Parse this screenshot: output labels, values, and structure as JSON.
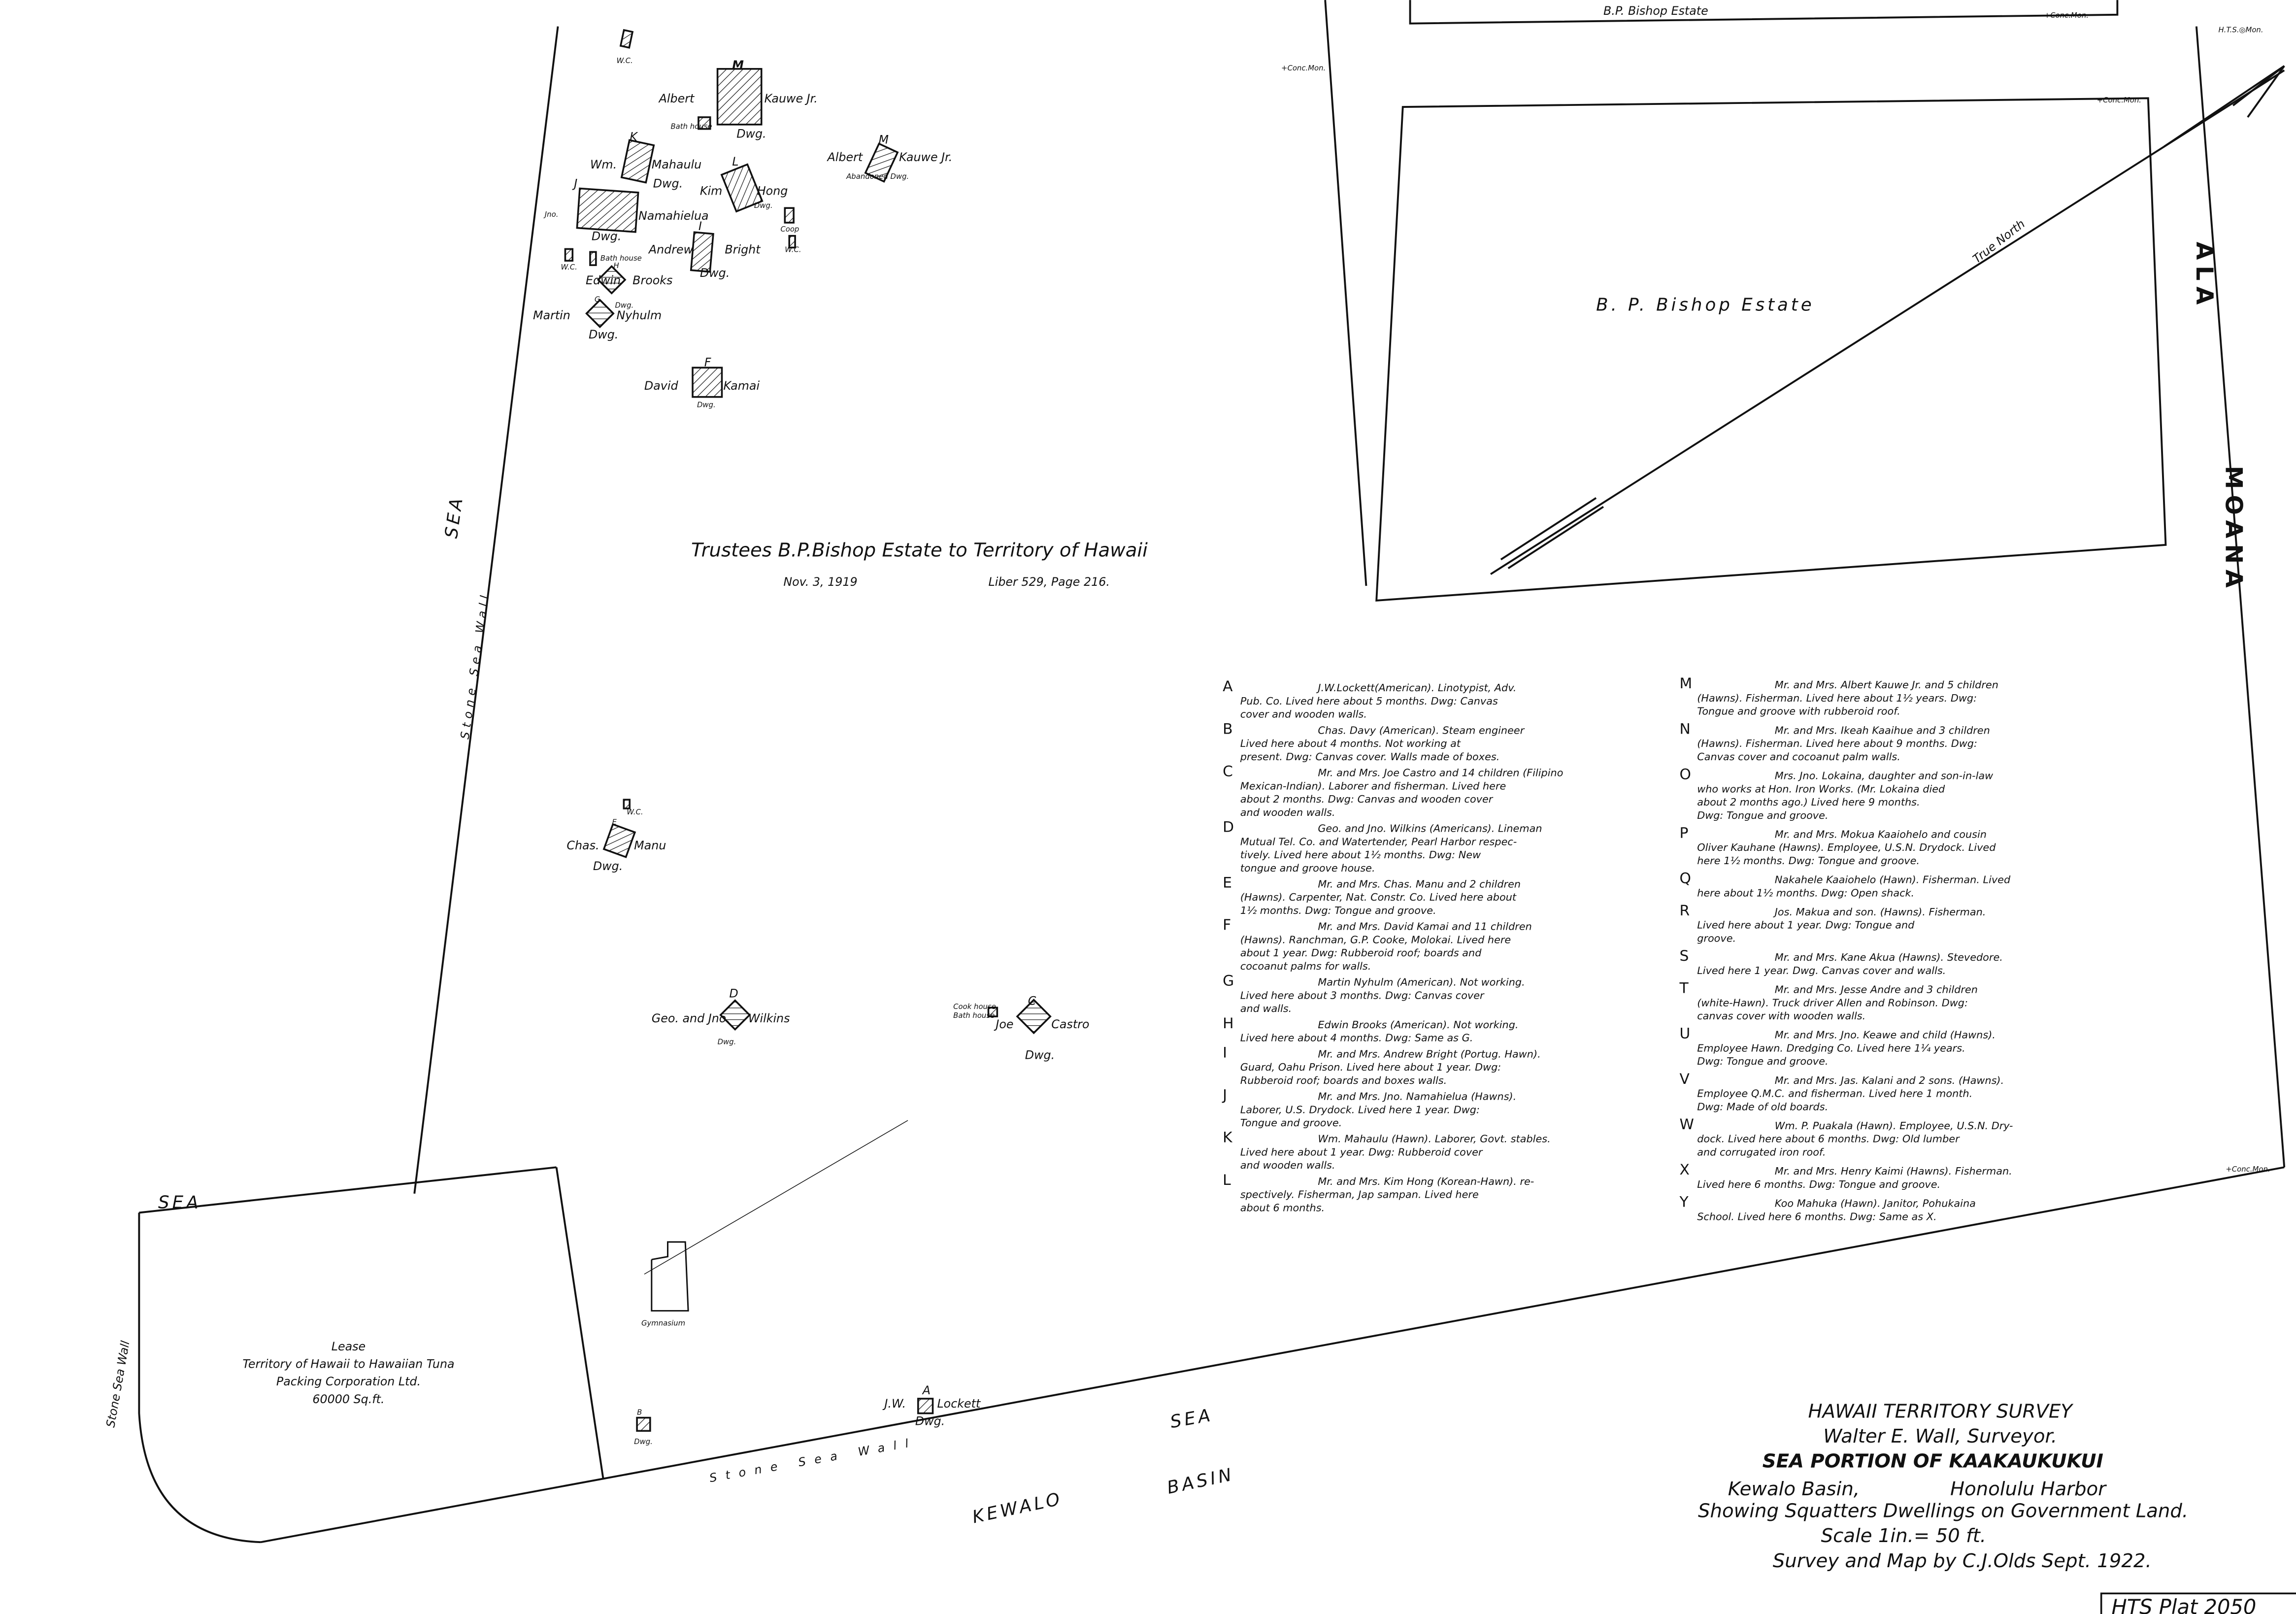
{
  "map": {
    "grantor_note": "Trustees B.P.Bishop Estate to Territory of Hawaii",
    "grantor_date": "Nov. 3, 1919",
    "grantor_liber": "Liber 529, Page 216.",
    "parcels": {
      "bishop_top": "B.P. Bishop Estate",
      "bishop_middle": "B. P. Bishop Estate",
      "lease_title": "Lease",
      "lease_line1": "Territory of Hawaii to Hawaiian Tuna",
      "lease_line2": "Packing Corporation Ltd.",
      "lease_area": "60000 Sq.ft."
    },
    "monuments": {
      "conc_mon": "+Conc.Mon.",
      "hts_mon": "H.T.S.◎Mon.",
      "conc_mon_corner": "+Conc.Mon."
    },
    "true_north": "True North",
    "streets": {
      "ala": "ALA",
      "moana": "MOANA"
    },
    "water": {
      "sea_left": "SEA",
      "sea_lower_left": "SEA",
      "sea_bottom": "SEA",
      "kewalo": "KEWALO",
      "basin": "BASIN",
      "stone_sea_wall": "Stone Sea Wall"
    },
    "gymnasium": "Gymnasium",
    "dwellings": [
      {
        "letter": "M",
        "first": "Albert",
        "last": "Kauwe Jr.",
        "sub": "Dwg."
      },
      {
        "letter": "M",
        "first": "Albert",
        "last": "Kauwe Jr.",
        "sub": "Abandoned Dwg."
      },
      {
        "letter": "K",
        "first": "Wm.",
        "last": "Mahaulu",
        "sub": "Dwg."
      },
      {
        "letter": "L",
        "first": "Kim",
        "last": "Hong",
        "sub": "Dwg."
      },
      {
        "letter": "J",
        "first": "Jno.",
        "last": "Namahielua",
        "sub": "Dwg."
      },
      {
        "letter": "I",
        "first": "Andrew",
        "last": "Bright",
        "sub": "Dwg."
      },
      {
        "letter": "H",
        "first": "Edwin",
        "last": "Brooks",
        "sub": "Dwg."
      },
      {
        "letter": "G",
        "first": "Martin",
        "last": "Nyhulm",
        "sub": "Dwg."
      },
      {
        "letter": "F",
        "first": "David",
        "last": "Kamai",
        "sub": "Dwg."
      },
      {
        "letter": "E",
        "first": "Chas.",
        "last": "Manu",
        "sub": "Dwg."
      },
      {
        "letter": "D",
        "first": "Geo. and Jno.",
        "last": "Wilkins",
        "sub": "Dwg."
      },
      {
        "letter": "C",
        "first": "Joe",
        "last": "Castro",
        "sub": "Dwg."
      },
      {
        "letter": "A",
        "first": "J.W.",
        "last": "Lockett",
        "sub": "Dwg."
      },
      {
        "letter": "B",
        "first": "",
        "last": "",
        "sub": "Dwg."
      }
    ],
    "outbuildings": {
      "wc": "W.C.",
      "bath_house": "Bath house",
      "coop": "Coop",
      "cook_house": "Cook house"
    }
  },
  "legend": [
    {
      "key": "A",
      "text": [
        "J.W.Lockett(American). Linotypist, Adv.",
        "Pub. Co. Lived here about 5 months. Dwg: Canvas",
        "cover and wooden walls."
      ]
    },
    {
      "key": "B",
      "text": [
        "Chas. Davy (American). Steam engineer",
        "Lived here about 4 months. Not working at",
        "present. Dwg: Canvas cover. Walls made of boxes."
      ]
    },
    {
      "key": "C",
      "text": [
        "Mr. and Mrs. Joe Castro and 14 children (Filipino",
        "Mexican-Indian). Laborer and fisherman. Lived here",
        "about 2 months. Dwg: Canvas and wooden cover",
        "and wooden walls."
      ]
    },
    {
      "key": "D",
      "text": [
        "Geo. and Jno. Wilkins (Americans). Lineman",
        "Mutual Tel. Co. and Watertender, Pearl Harbor respec-",
        "tively. Lived here about 1½ months. Dwg: New",
        "tongue and groove house."
      ]
    },
    {
      "key": "E",
      "text": [
        "Mr. and Mrs. Chas. Manu and 2 children",
        "(Hawns). Carpenter, Nat. Constr. Co. Lived here about",
        "1½ months. Dwg: Tongue and groove."
      ]
    },
    {
      "key": "F",
      "text": [
        "Mr. and Mrs. David Kamai and 11 children",
        "(Hawns). Ranchman, G.P. Cooke, Molokai. Lived here",
        "about 1 year. Dwg: Rubberoid roof; boards and",
        "cocoanut palms for walls."
      ]
    },
    {
      "key": "G",
      "text": [
        "Martin Nyhulm (American). Not working.",
        "Lived here about 3 months. Dwg: Canvas cover",
        "and walls."
      ]
    },
    {
      "key": "H",
      "text": [
        "Edwin Brooks (American). Not working.",
        "Lived here about 4 months. Dwg: Same as G."
      ]
    },
    {
      "key": "I",
      "text": [
        "Mr. and Mrs. Andrew Bright (Portug. Hawn).",
        "Guard, Oahu Prison. Lived here about 1 year. Dwg:",
        "Rubberoid roof; boards and boxes walls."
      ]
    },
    {
      "key": "J",
      "text": [
        "Mr. and Mrs. Jno. Namahielua (Hawns).",
        "Laborer, U.S. Drydock. Lived here 1 year. Dwg:",
        "Tongue and groove."
      ]
    },
    {
      "key": "K",
      "text": [
        "Wm. Mahaulu (Hawn). Laborer, Govt. stables.",
        "Lived here about 1 year. Dwg: Rubberoid cover",
        "and wooden walls."
      ]
    },
    {
      "key": "L",
      "text": [
        "Mr. and Mrs. Kim Hong (Korean-Hawn). re-",
        "spectively. Fisherman, Jap sampan. Lived here",
        "about 6 months."
      ]
    },
    {
      "key": "M",
      "text": [
        "Mr. and Mrs. Albert Kauwe Jr. and 5 children",
        "(Hawns). Fisherman. Lived here about 1½ years. Dwg:",
        "Tongue and groove with rubberoid roof."
      ]
    },
    {
      "key": "N",
      "text": [
        "Mr. and Mrs. Ikeah Kaaihue and 3 children",
        "(Hawns). Fisherman. Lived here about 9 months. Dwg:",
        "Canvas cover and cocoanut palm walls."
      ]
    },
    {
      "key": "O",
      "text": [
        "Mrs. Jno. Lokaina, daughter and son-in-law",
        "who works at Hon. Iron Works. (Mr. Lokaina died",
        "about 2 months ago.) Lived here 9 months.",
        "Dwg: Tongue and groove."
      ]
    },
    {
      "key": "P",
      "text": [
        "Mr. and Mrs. Mokua Kaaiohelo and cousin",
        "Oliver Kauhane (Hawns). Employee, U.S.N. Drydock. Lived",
        "here 1½ months. Dwg: Tongue and groove."
      ]
    },
    {
      "key": "Q",
      "text": [
        "Nakahele Kaaiohelo (Hawn). Fisherman. Lived",
        "here about 1½ months. Dwg: Open shack."
      ]
    },
    {
      "key": "R",
      "text": [
        "Jos. Makua and son. (Hawns). Fisherman.",
        "Lived here about 1 year. Dwg: Tongue and",
        "groove."
      ]
    },
    {
      "key": "S",
      "text": [
        "Mr. and Mrs. Kane Akua (Hawns). Stevedore.",
        "Lived here 1 year. Dwg. Canvas cover and walls."
      ]
    },
    {
      "key": "T",
      "text": [
        "Mr. and Mrs. Jesse Andre and 3 children",
        "(white-Hawn). Truck driver Allen and Robinson. Dwg:",
        "canvas cover with wooden walls."
      ]
    },
    {
      "key": "U",
      "text": [
        "Mr. and Mrs. Jno. Keawe and child (Hawns).",
        "Employee Hawn. Dredging Co. Lived here 1¼ years.",
        "Dwg: Tongue and groove."
      ]
    },
    {
      "key": "V",
      "text": [
        "Mr. and Mrs. Jas. Kalani and 2 sons. (Hawns).",
        "Employee Q.M.C. and fisherman. Lived here 1 month.",
        "Dwg: Made of old boards."
      ]
    },
    {
      "key": "W",
      "text": [
        "Wm. P. Puakala (Hawn). Employee, U.S.N. Dry-",
        "dock. Lived here about 6 months. Dwg: Old lumber",
        "and corrugated iron roof."
      ]
    },
    {
      "key": "X",
      "text": [
        "Mr. and Mrs. Henry Kaimi (Hawns). Fisherman.",
        "Lived here 6 months. Dwg: Tongue and groove."
      ]
    },
    {
      "key": "Y",
      "text": [
        "Koo Mahuka (Hawn). Janitor, Pohukaina",
        "School. Lived here 6 months. Dwg: Same as X."
      ]
    }
  ],
  "title_block": {
    "line1": "HAWAII TERRITORY SURVEY",
    "line2": "Walter E. Wall, Surveyor.",
    "line3": "SEA PORTION OF KAAKAUKUKUI",
    "line4a": "Kewalo Basin,",
    "line4b": "Honolulu Harbor",
    "line5": "Showing Squatters Dwellings on Government Land.",
    "line6": "Scale 1in.= 50 ft.",
    "line7": "Survey and Map by C.J.Olds Sept. 1922.",
    "plat": "HTS Plat 2050"
  }
}
